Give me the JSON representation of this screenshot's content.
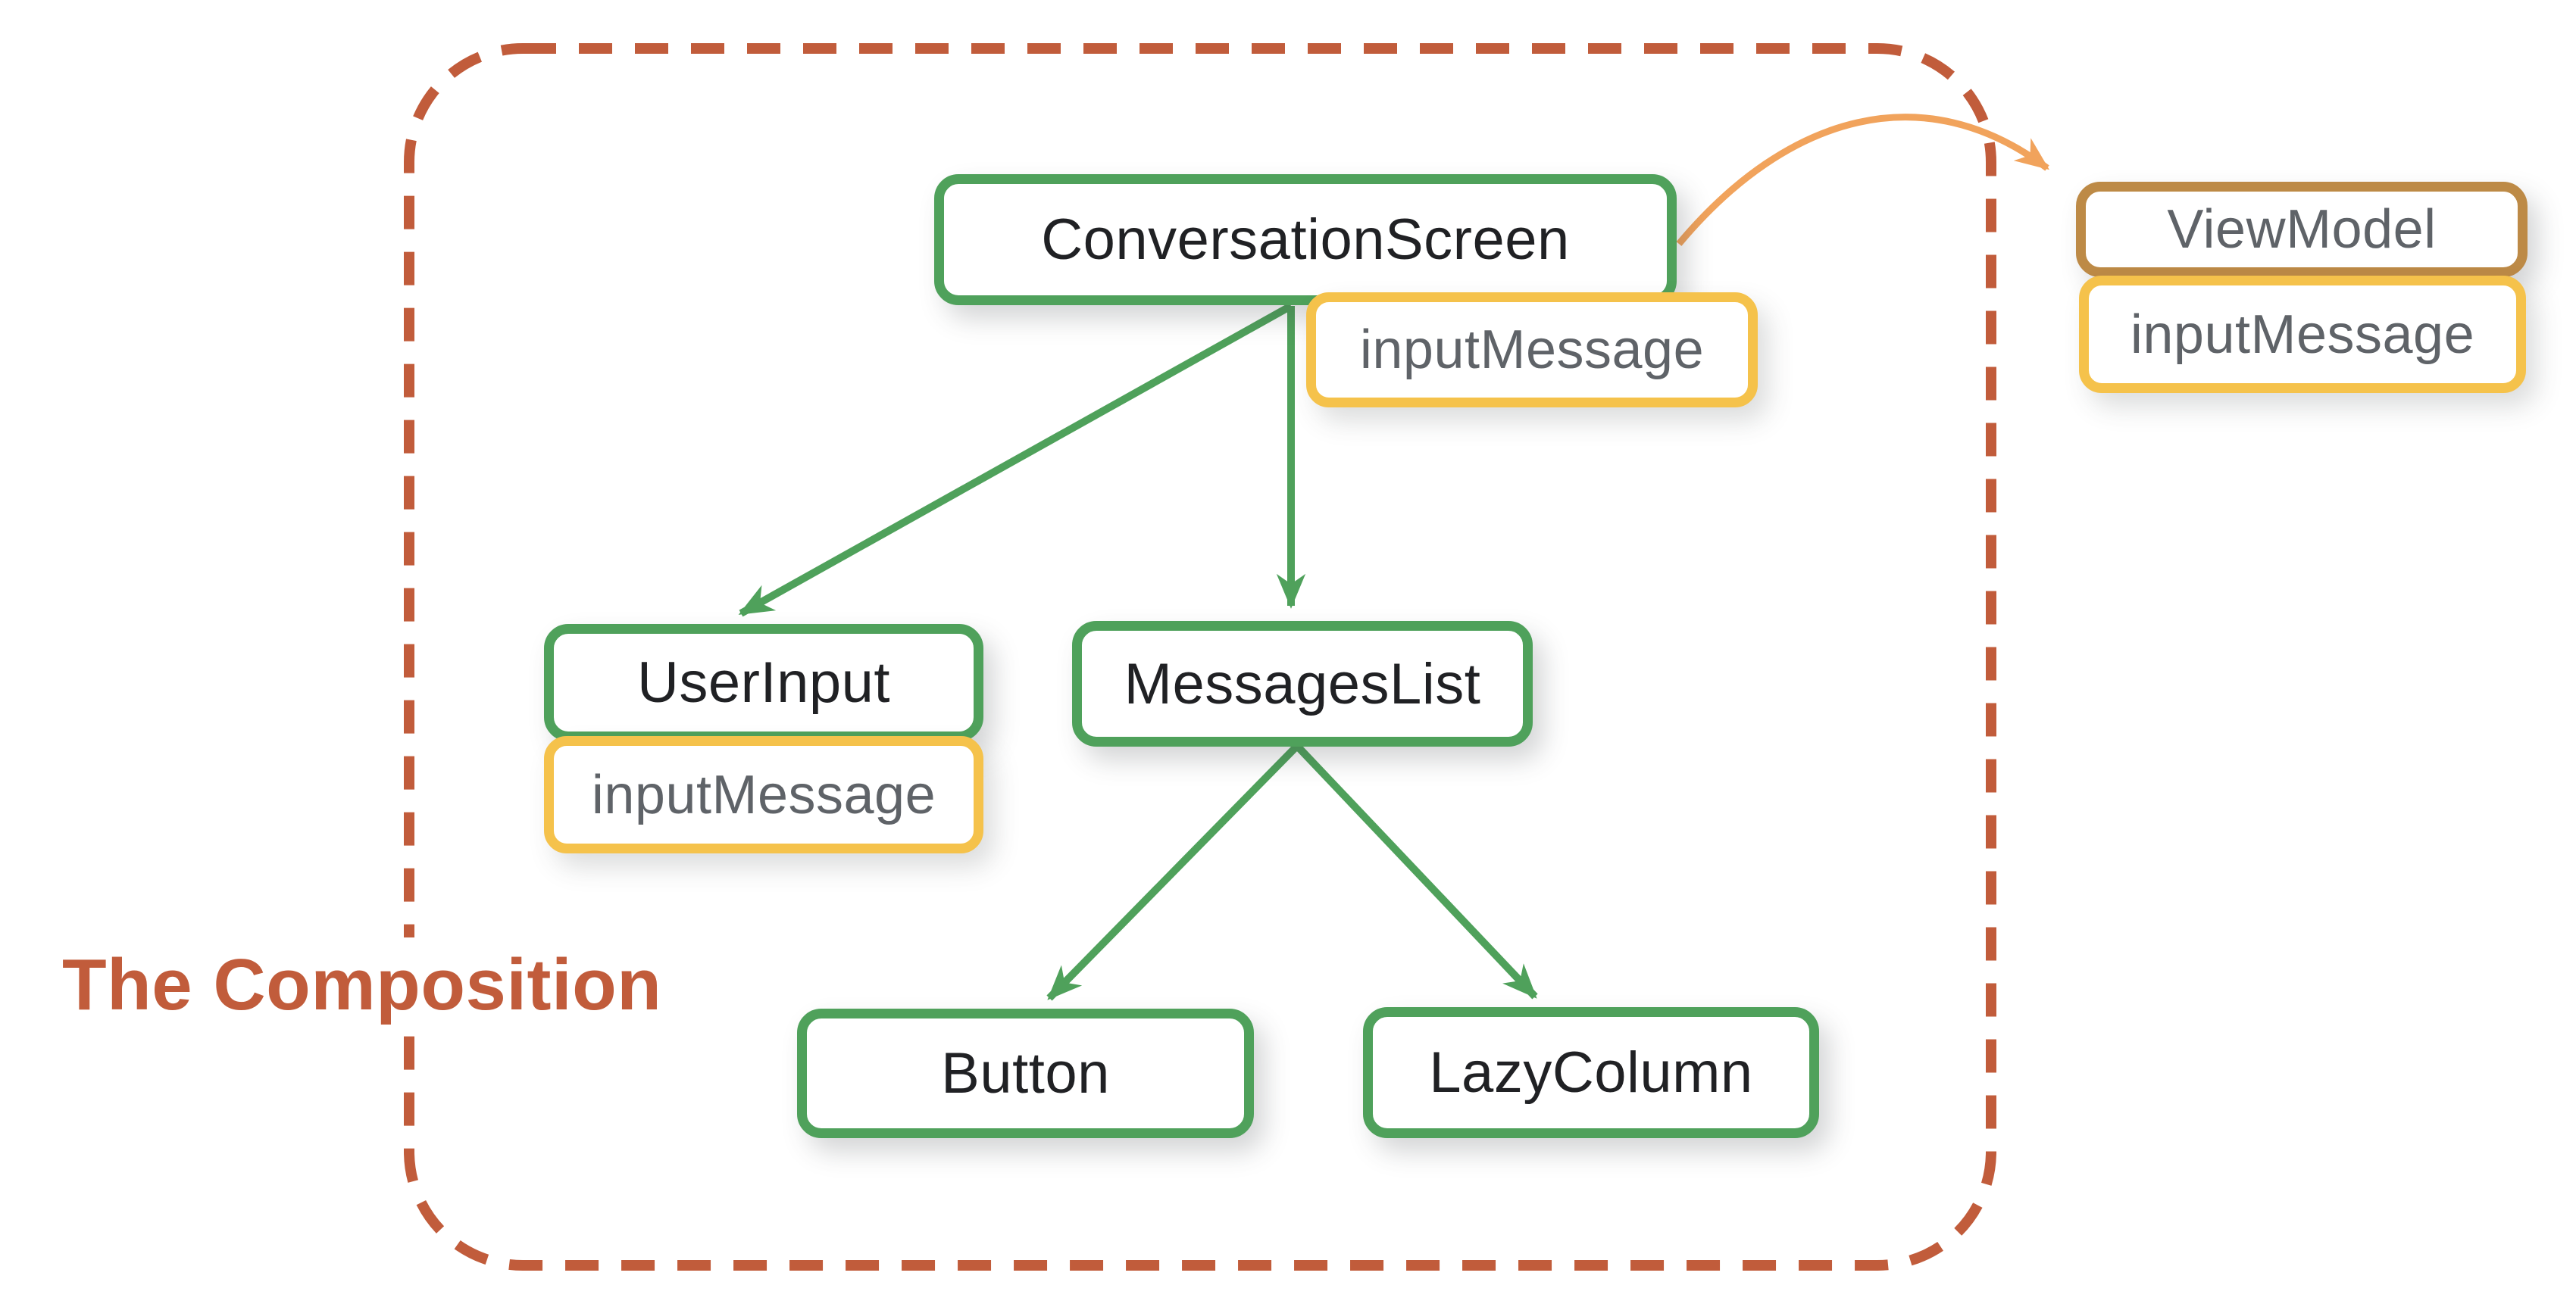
{
  "diagram": {
    "caption": "The Composition",
    "nodes": {
      "conversation_screen": {
        "label": "ConversationScreen"
      },
      "user_input": {
        "label": "UserInput"
      },
      "messages_list": {
        "label": "MessagesList"
      },
      "button": {
        "label": "Button"
      },
      "lazy_column": {
        "label": "LazyColumn"
      },
      "view_model": {
        "label": "ViewModel"
      }
    },
    "badges": {
      "conversation_screen_state": {
        "label": "inputMessage"
      },
      "user_input_state": {
        "label": "inputMessage"
      },
      "view_model_state": {
        "label": "inputMessage"
      }
    },
    "edges": [
      {
        "from": "ConversationScreen",
        "to": "UserInput",
        "style": "green-straight"
      },
      {
        "from": "ConversationScreen",
        "to": "MessagesList",
        "style": "green-straight"
      },
      {
        "from": "MessagesList",
        "to": "Button",
        "style": "green-straight"
      },
      {
        "from": "MessagesList",
        "to": "LazyColumn",
        "style": "green-straight"
      },
      {
        "from": "ConversationScreen",
        "to": "ViewModel",
        "style": "orange-curved"
      }
    ],
    "colors": {
      "node_green": "#4FA15B",
      "badge_yellow": "#F5C24B",
      "viewmodel_brown": "#BD8A46",
      "arrow_orange": "#F1A35C",
      "boundary_rust": "#C15C3B",
      "node_text": "#202124",
      "state_text": "#5F6368"
    }
  }
}
